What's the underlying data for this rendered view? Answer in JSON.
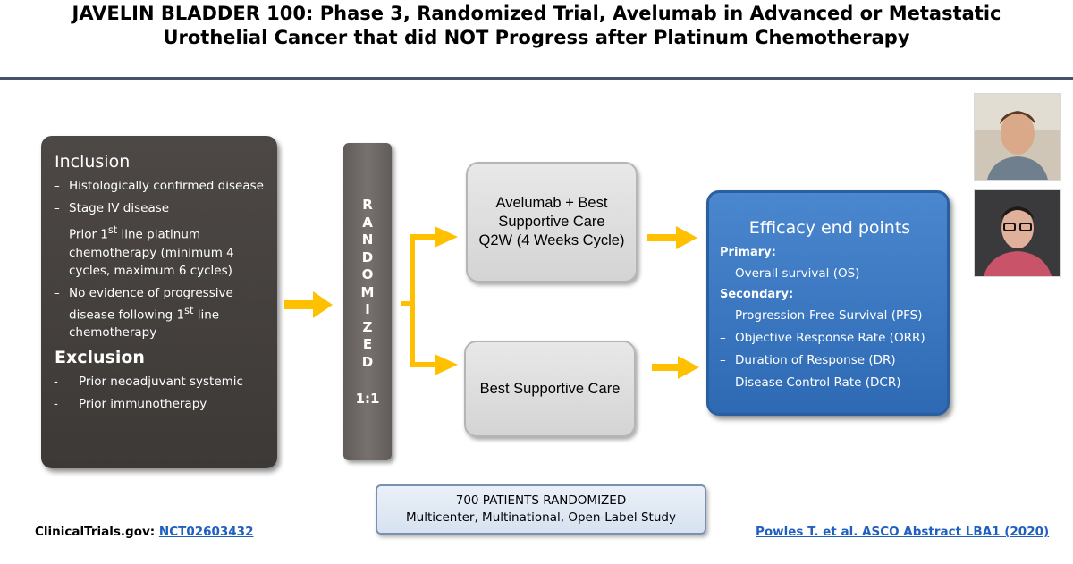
{
  "title": {
    "line1": "JAVELIN BLADDER 100: Phase 3, Randomized Trial, Avelumab in Advanced or Metastatic",
    "line2": "Urothelial Cancer that did NOT Progress after Platinum Chemotherapy"
  },
  "inclusion": {
    "heading": "Inclusion",
    "items": [
      {
        "text": "Histologically confirmed disease"
      },
      {
        "text": "Stage IV disease"
      },
      {
        "pre": "Prior 1",
        "sup": "st",
        "post": " line platinum chemotherapy (minimum 4 cycles, maximum 6 cycles)"
      },
      {
        "pre": "No evidence of progressive disease following 1",
        "sup": "st",
        "post": " line chemotherapy"
      }
    ],
    "bullet": "–"
  },
  "exclusion": {
    "heading": "Exclusion",
    "items": [
      "Prior neoadjuvant systemic",
      "Prior immunotherapy"
    ],
    "bullet": "-"
  },
  "randomization": {
    "letters": [
      "R",
      "A",
      "N",
      "D",
      "O",
      "M",
      "I",
      "Z",
      "E",
      "D"
    ],
    "ratio": "1:1"
  },
  "arms": {
    "arm1": {
      "line1": "Avelumab + Best",
      "line2": "Supportive Care",
      "line3": "Q2W (4 Weeks Cycle)"
    },
    "arm2": {
      "label": "Best Supportive Care"
    }
  },
  "efficacy": {
    "heading": "Efficacy end points",
    "primary_label": "Primary:",
    "primary_items": [
      "Overall survival (OS)"
    ],
    "secondary_label": "Secondary:",
    "secondary_items": [
      "Progression-Free Survival (PFS)",
      "Objective Response Rate (ORR)",
      "Duration of Response (DR)",
      "Disease Control Rate (DCR)"
    ],
    "bullet": "–"
  },
  "patients": {
    "line1": "700 PATIENTS RANDOMIZED",
    "line2": "Multicenter, Multinational, Open-Label Study"
  },
  "references": {
    "clinicaltrials_label": "ClinicalTrials.gov:",
    "clinicaltrials_id": "NCT02603432",
    "citation": "Powles T. et al.  ASCO Abstract LBA1 (2020)"
  },
  "colors": {
    "arrow": "#ffc000",
    "inclusion_box": "#433f3c",
    "efficacy_box": "#3a78c3",
    "link": "#1f5fbf"
  },
  "icons": {
    "arrow": "right-arrow-icon"
  }
}
